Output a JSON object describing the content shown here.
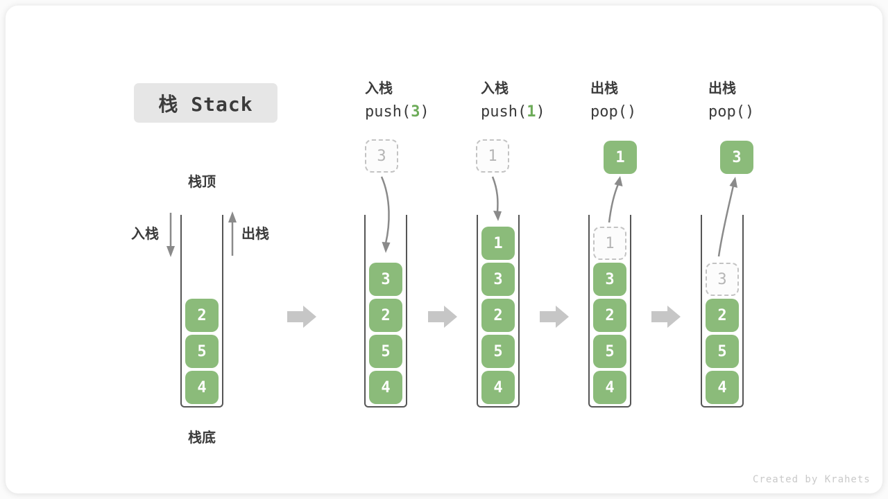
{
  "title": "栈 Stack",
  "labels": {
    "top": "栈顶",
    "bottom": "栈底",
    "push": "入栈",
    "pop": "出栈"
  },
  "operations": [
    {
      "label": "入栈",
      "fn": "push(",
      "arg": "3",
      "close": ")"
    },
    {
      "label": "入栈",
      "fn": "push(",
      "arg": "1",
      "close": ")"
    },
    {
      "label": "出栈",
      "fn": "pop(",
      "arg": "",
      "close": ")"
    },
    {
      "label": "出栈",
      "fn": "pop(",
      "arg": "",
      "close": ")"
    }
  ],
  "stacks": [
    {
      "items": [
        "2",
        "5",
        "4"
      ]
    },
    {
      "items": [
        "3",
        "2",
        "5",
        "4"
      ],
      "incoming": "3"
    },
    {
      "items": [
        "1",
        "3",
        "2",
        "5",
        "4"
      ],
      "incoming": "1"
    },
    {
      "items": [
        "3",
        "2",
        "5",
        "4"
      ],
      "ghost": "1",
      "outgoing": "1"
    },
    {
      "items": [
        "2",
        "5",
        "4"
      ],
      "ghost": "3",
      "outgoing": "3"
    }
  ],
  "watermark": "Created by Krahets",
  "colors": {
    "item_green": "#8bbb7a",
    "item_text": "#ffffff",
    "code_arg_green": "#6cab58",
    "ghost_border": "#c3c3c3",
    "ghost_text": "#b5b5b5",
    "frame_line": "#555555",
    "curved_arrow": "#8a8a8a",
    "block_arrow": "#c6c6c6",
    "title_bg": "#e6e6e6",
    "text_dark": "#3b3b3b",
    "watermark_text": "#c9c9c9"
  }
}
